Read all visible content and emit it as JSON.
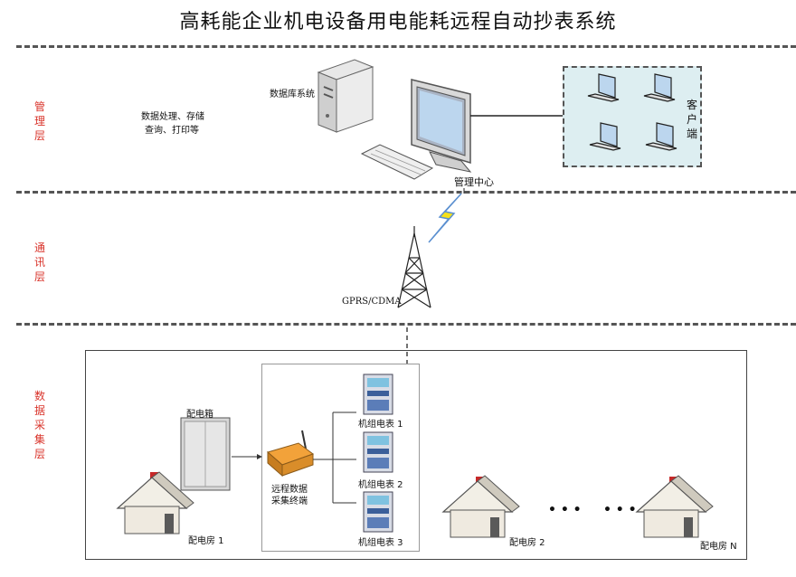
{
  "title": "高耗能企业机电设备用电能耗远程自动抄表系统",
  "layers": {
    "management": "管理层",
    "communication": "通讯层",
    "collection": "数据采集层"
  },
  "management": {
    "process_line1": "数据处理、存储",
    "process_line2": "查询、打印等",
    "database": "数据库系统",
    "center": "管理中心",
    "client": "客户端"
  },
  "communication": {
    "network": "GPRS/CDMA"
  },
  "collection": {
    "distribution_box": "配电箱",
    "terminal_line1": "远程数据",
    "terminal_line2": "采集终端",
    "meters": [
      "机组电表 1",
      "机组电表 2",
      "机组电表 3"
    ],
    "rooms": [
      "配电房 1",
      "配电房 2",
      "配电房 N"
    ],
    "ellipsis": "• • •     • • •"
  }
}
